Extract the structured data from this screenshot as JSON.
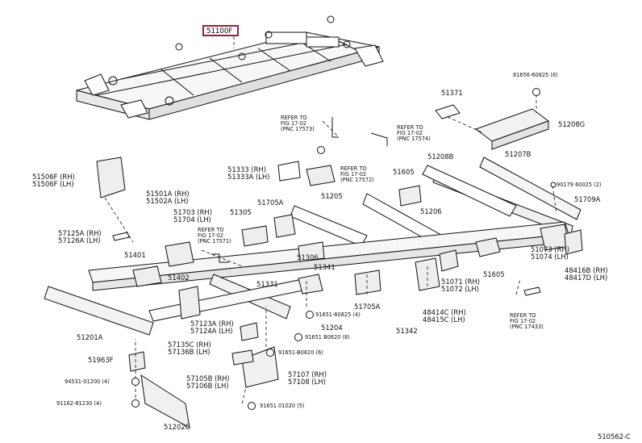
{
  "diagram": {
    "figure_code": "510562-C",
    "highlighted_part": "51100F",
    "refer_notes": [
      {
        "id": "ref-17573",
        "text": "REFER TO\nFIG 17-02\n(PNC 17573)"
      },
      {
        "id": "ref-17574",
        "text": "REFER TO\nFIG 17-02\n(PNC 17574)"
      },
      {
        "id": "ref-17572",
        "text": "REFER TO\nFIG 17-02\n(PNC 17572)"
      },
      {
        "id": "ref-17571",
        "text": "REFER TO\nFIG 17-02\n(PNC 17571)"
      },
      {
        "id": "ref-17433",
        "text": "REFER TO\nFIG 17-02\n(PNC 17433)"
      }
    ],
    "parts": [
      {
        "id": "p51371",
        "text": "51371"
      },
      {
        "id": "p90080",
        "text": "81656-60825 (8)"
      },
      {
        "id": "p51208G",
        "text": "51208G"
      },
      {
        "id": "p51208B",
        "text": "51208B"
      },
      {
        "id": "p51207B",
        "text": "51207B"
      },
      {
        "id": "p90179",
        "text": "90179 60025 (2)"
      },
      {
        "id": "p51709A",
        "text": "51709A"
      },
      {
        "id": "p51605a",
        "text": "51605"
      },
      {
        "id": "p51205",
        "text": "51205"
      },
      {
        "id": "p51206",
        "text": "51206"
      },
      {
        "id": "p51333",
        "text": "51333 (RH)\n51333A (LH)"
      },
      {
        "id": "p51705A",
        "text": "51705A"
      },
      {
        "id": "p51305",
        "text": "51305"
      },
      {
        "id": "p51506F",
        "text": "51506F (RH)\n51506F (LH)"
      },
      {
        "id": "p51501A",
        "text": "51501A (RH)\n51502A (LH)"
      },
      {
        "id": "p51703",
        "text": "51703 (RH)\n51704 (LH)"
      },
      {
        "id": "p57125A",
        "text": "57125A (RH)\n57126A (LH)"
      },
      {
        "id": "p51401",
        "text": "51401"
      },
      {
        "id": "p51402",
        "text": "51402"
      },
      {
        "id": "p51306",
        "text": "51306"
      },
      {
        "id": "p51341",
        "text": "51341"
      },
      {
        "id": "p51331",
        "text": "51331"
      },
      {
        "id": "p51705Ab",
        "text": "51705A"
      },
      {
        "id": "p90651a",
        "text": "91651-60825 (4)"
      },
      {
        "id": "p51073",
        "text": "51073 (RH)\n51074 (LH)"
      },
      {
        "id": "p48416B",
        "text": "48416B (RH)\n48417D (LH)"
      },
      {
        "id": "p51605b",
        "text": "51605"
      },
      {
        "id": "p51071",
        "text": "51071 (RH)\n51072 (LH)"
      },
      {
        "id": "p48414C",
        "text": "48414C (RH)\n48415C (LH)"
      },
      {
        "id": "p51342",
        "text": "51342"
      },
      {
        "id": "p51204",
        "text": "51204"
      },
      {
        "id": "p90651b",
        "text": "91651 B0820 (8)"
      },
      {
        "id": "p51201A",
        "text": "51201A"
      },
      {
        "id": "p57123A",
        "text": "57123A (RH)\n57124A (LH)"
      },
      {
        "id": "p57135C",
        "text": "57135C (RH)\n57136B (LH)"
      },
      {
        "id": "p90651c",
        "text": "91651-B0820 (6)"
      },
      {
        "id": "p51963F",
        "text": "51963F"
      },
      {
        "id": "p94531",
        "text": "94531-01200 (4)"
      },
      {
        "id": "p57105B",
        "text": "57105B (RH)\n57106B (LH)"
      },
      {
        "id": "p57107",
        "text": "57107 (RH)\n57108 (LH)"
      },
      {
        "id": "p91162",
        "text": "91162-81230 (4)"
      },
      {
        "id": "p90651d",
        "text": "91651 01020 (5)"
      },
      {
        "id": "p51202C",
        "text": "51202C"
      }
    ]
  }
}
